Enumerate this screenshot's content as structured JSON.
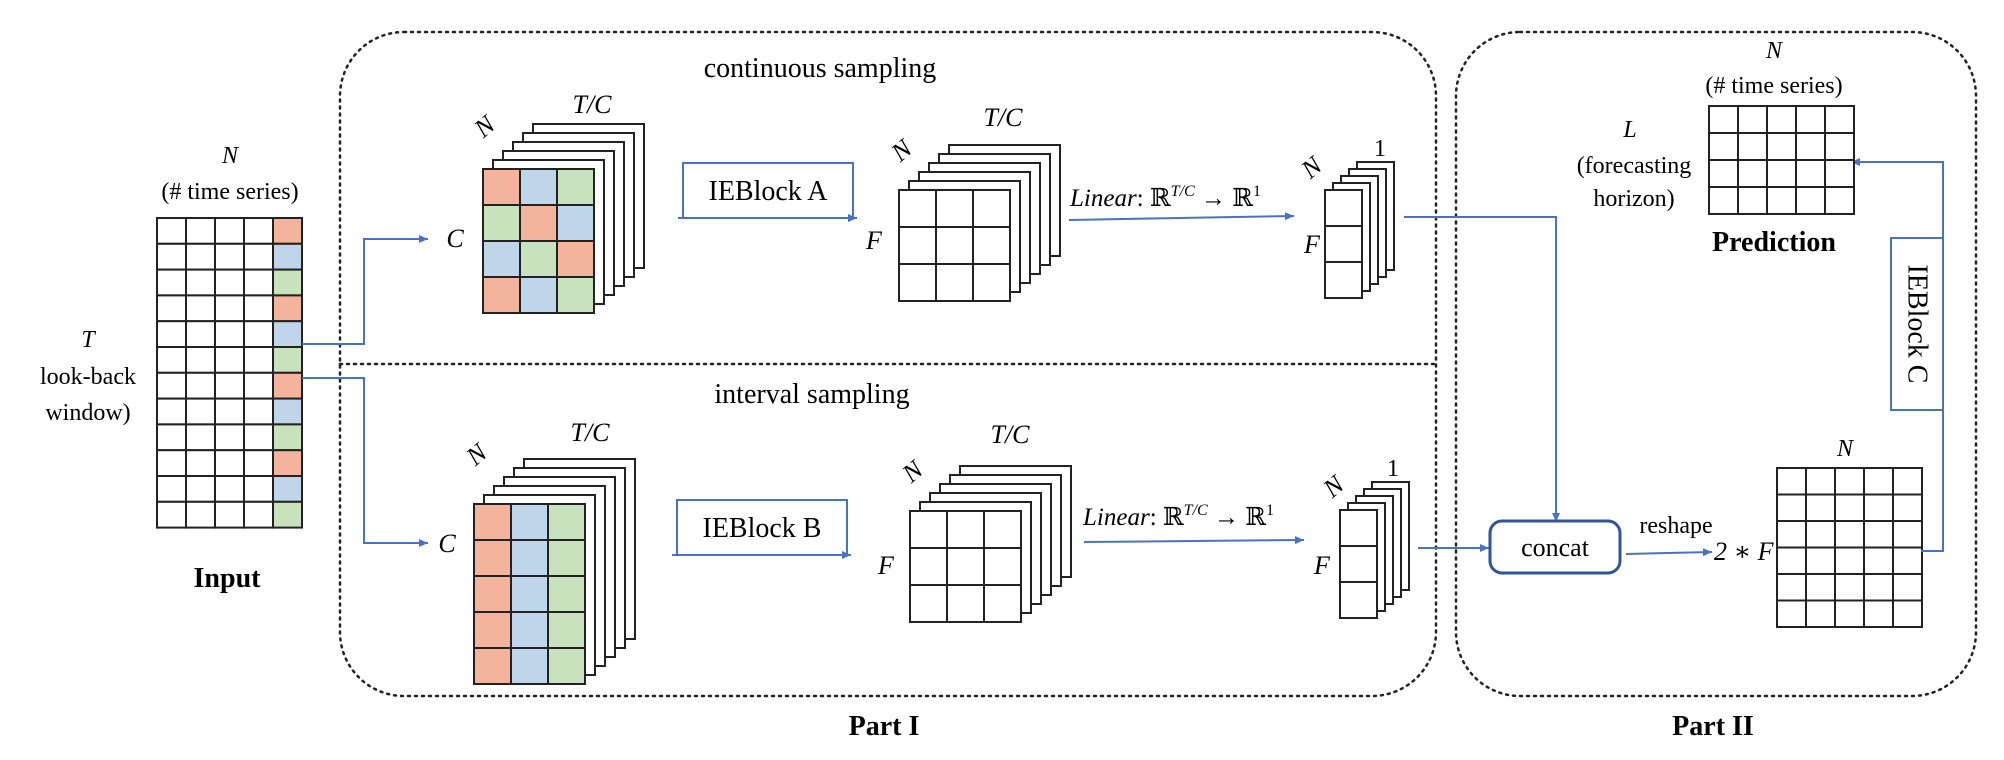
{
  "input": {
    "n_label": "N",
    "n_caption": "(# time series)",
    "t_label": "T",
    "t_caption_1": "look-back",
    "t_caption_2": "window)",
    "title": "Input"
  },
  "part1": {
    "title": "Part I",
    "top": {
      "section_label": "continuous sampling",
      "c_label": "C",
      "n_label": "N",
      "tc_label": "T/C",
      "block_label": "IEBlock A",
      "f_label": "F",
      "n_label_2": "N",
      "tc_label_2": "T/C",
      "linear_label": "Linear",
      "linear_map": ": ℝ",
      "linear_sup": "T/C",
      "linear_target": " → ℝ",
      "linear_target_sup": "1",
      "n_label_3": "N",
      "one_label": "1",
      "f_label_2": "F"
    },
    "bottom": {
      "section_label": "interval sampling",
      "c_label": "C",
      "n_label": "N",
      "tc_label": "T/C",
      "block_label": "IEBlock B",
      "f_label": "F",
      "n_label_2": "N",
      "tc_label_2": "T/C",
      "linear_label": "Linear",
      "linear_map": ": ℝ",
      "linear_sup": "T/C",
      "linear_target": " → ℝ",
      "linear_target_sup": "1",
      "n_label_3": "N",
      "one_label": "1",
      "f_label_2": "F"
    }
  },
  "part2": {
    "title": "Part II",
    "concat_label": "concat",
    "reshape_label": "reshape",
    "two_f_label": "2 ∗ F",
    "n_label": "N",
    "block_c_label": "IEBlock C",
    "prediction": {
      "n_label": "N",
      "n_caption": "(# time series)",
      "l_label": "L",
      "l_caption_1": "(forecasting",
      "l_caption_2": "horizon)",
      "title": "Prediction"
    }
  },
  "colors": {
    "salmon": "#f4b39c",
    "blue": "#bfd6ea",
    "green": "#c8e2bd",
    "arrow": "#4a72c4",
    "concat_border": "#2f5597"
  }
}
